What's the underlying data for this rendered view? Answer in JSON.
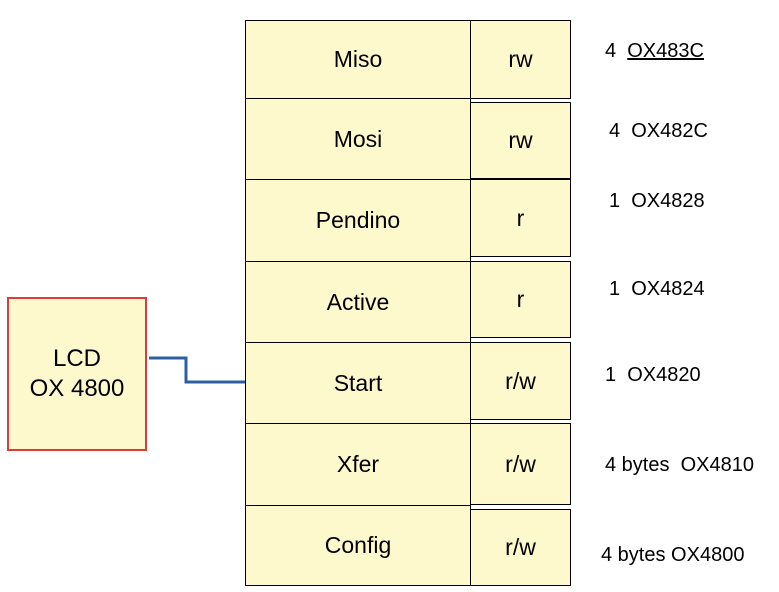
{
  "lcd": {
    "line1": "LCD",
    "line2": "OX 4800"
  },
  "registers": [
    {
      "name": "Miso",
      "access": "rw",
      "size": "4",
      "address": "OX483C",
      "address_underlined": true
    },
    {
      "name": "Mosi",
      "access": "rw",
      "size": "4",
      "address": "OX482C",
      "address_underlined": false
    },
    {
      "name": "Pendino",
      "access": "r",
      "size": "1",
      "address": "OX4828",
      "address_underlined": false
    },
    {
      "name": "Active",
      "access": "r",
      "size": "1",
      "address": "OX4824",
      "address_underlined": false
    },
    {
      "name": "Start",
      "access": "r/w",
      "size": "1",
      "address": "OX4820",
      "address_underlined": false
    },
    {
      "name": "Xfer",
      "access": "r/w",
      "size": "4 bytes",
      "address": "OX4810",
      "address_underlined": false
    },
    {
      "name": "Config",
      "access": "r/w",
      "size": "4 bytes",
      "address": "OX4800",
      "address_underlined": false
    }
  ],
  "colors": {
    "fill": "#fdf9cd",
    "lcd_border": "#e03a3a",
    "connector": "#2e5f9e"
  }
}
